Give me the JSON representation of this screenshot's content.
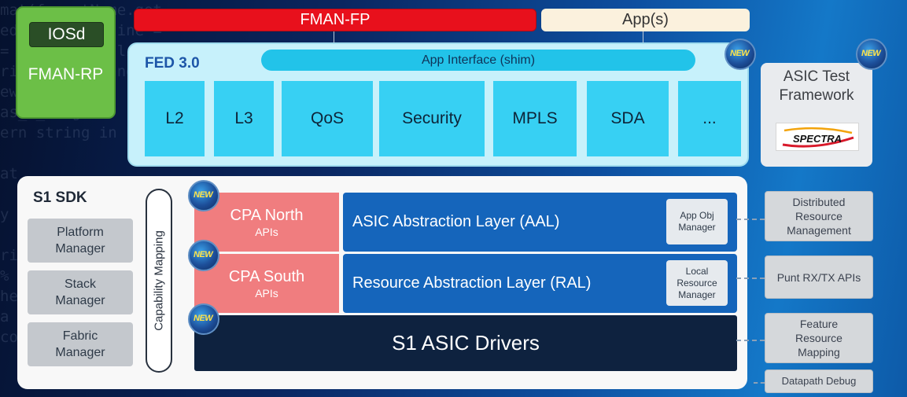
{
  "colors": {
    "iosd_bg": "#2a4e26",
    "fman_rp_bg": "#6cbf47",
    "fman_fp_bg": "#e8101c",
    "fed_bg": "#c7f1fb",
    "fed_block": "#37d0f3",
    "cpa_bg": "#f07d7f",
    "layer_bg": "#1565bb",
    "drivers_bg": "#0e223f",
    "new_badge_text": "#ffe34a"
  },
  "top": {
    "iosd": "IOSd",
    "fman_rp": "FMAN-RP",
    "fman_fp": "FMAN-FP",
    "apps": "App(s)"
  },
  "fed": {
    "title": "FED 3.0",
    "shim": "App Interface (shim)",
    "blocks": [
      "L2",
      "L3",
      "QoS",
      "Security",
      "MPLS",
      "SDA",
      "..."
    ]
  },
  "test_framework": {
    "title_line1": "ASIC Test",
    "title_line2": "Framework",
    "logo": "SPECTRA"
  },
  "badge": "NEW",
  "sdk": {
    "title": "S1 SDK",
    "managers": [
      {
        "line1": "Platform",
        "line2": "Manager"
      },
      {
        "line1": "Stack",
        "line2": "Manager"
      },
      {
        "line1": "Fabric",
        "line2": "Manager"
      }
    ],
    "capability": "Capability Mapping",
    "cpa_north": {
      "title": "CPA North",
      "sub": "APIs"
    },
    "cpa_south": {
      "title": "CPA South",
      "sub": "APIs"
    },
    "aal": {
      "label": "ASIC Abstraction Layer (AAL)",
      "box_line1": "App Obj",
      "box_line2": "Manager"
    },
    "ral": {
      "label": "Resource Abstraction Layer (RAL)",
      "box_line1": "Local",
      "box_line2": "Resource",
      "box_line3": "Manager"
    },
    "drivers": "S1 ASIC Drivers"
  },
  "side": {
    "drm": {
      "line1": "Distributed",
      "line2": "Resource",
      "line3": "Management"
    },
    "punt": "Punt RX/TX APIs",
    "frm": {
      "line1": "Feature",
      "line2": "Resource",
      "line3": "Mapping"
    },
    "debug": "Datapath Debug"
  }
}
